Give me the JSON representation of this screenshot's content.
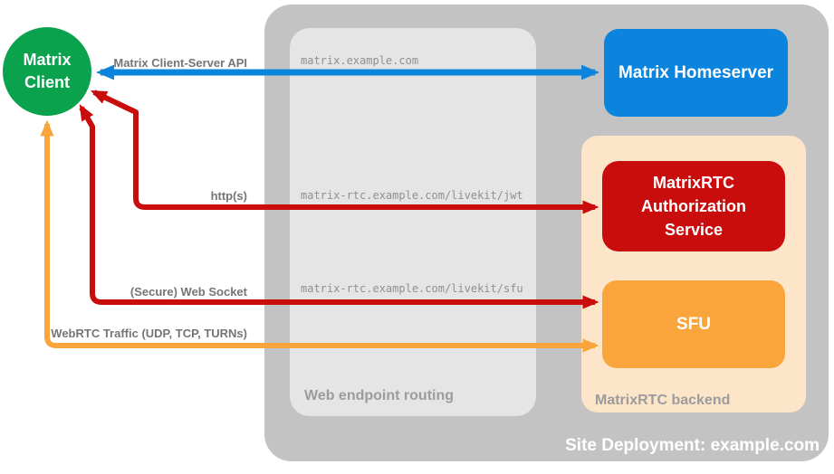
{
  "palette": {
    "client_green": "#0ba24e",
    "homeserver_blue": "#0b84dd",
    "auth_red": "#c90d0d",
    "sfu_orange": "#f9a53c",
    "backend_peach": "#fce5c9",
    "site_gray": "#c3c3c3",
    "routing_gray": "#e5e5e5"
  },
  "client": {
    "line1": "Matrix",
    "line2": "Client"
  },
  "nodes": {
    "homeserver": "Matrix Homeserver",
    "auth_service": "MatrixRTC Authorization Service",
    "sfu": "SFU"
  },
  "routing": {
    "caption": "Web endpoint routing",
    "endpoints": [
      "matrix.example.com",
      "matrix-rtc.example.com/livekit/jwt",
      "matrix-rtc.example.com/livekit/sfu"
    ]
  },
  "backend": {
    "caption": "MatrixRTC backend"
  },
  "site": {
    "caption": "Site Deployment: example.com"
  },
  "connections": [
    {
      "label": "Matrix Client-Server API",
      "color": "#0b84dd"
    },
    {
      "label": "http(s)",
      "color": "#c90d0d"
    },
    {
      "label": "(Secure) Web Socket",
      "color": "#c90d0d"
    },
    {
      "label": "WebRTC Traffic (UDP, TCP, TURNs)",
      "color": "#f9a53c"
    }
  ]
}
